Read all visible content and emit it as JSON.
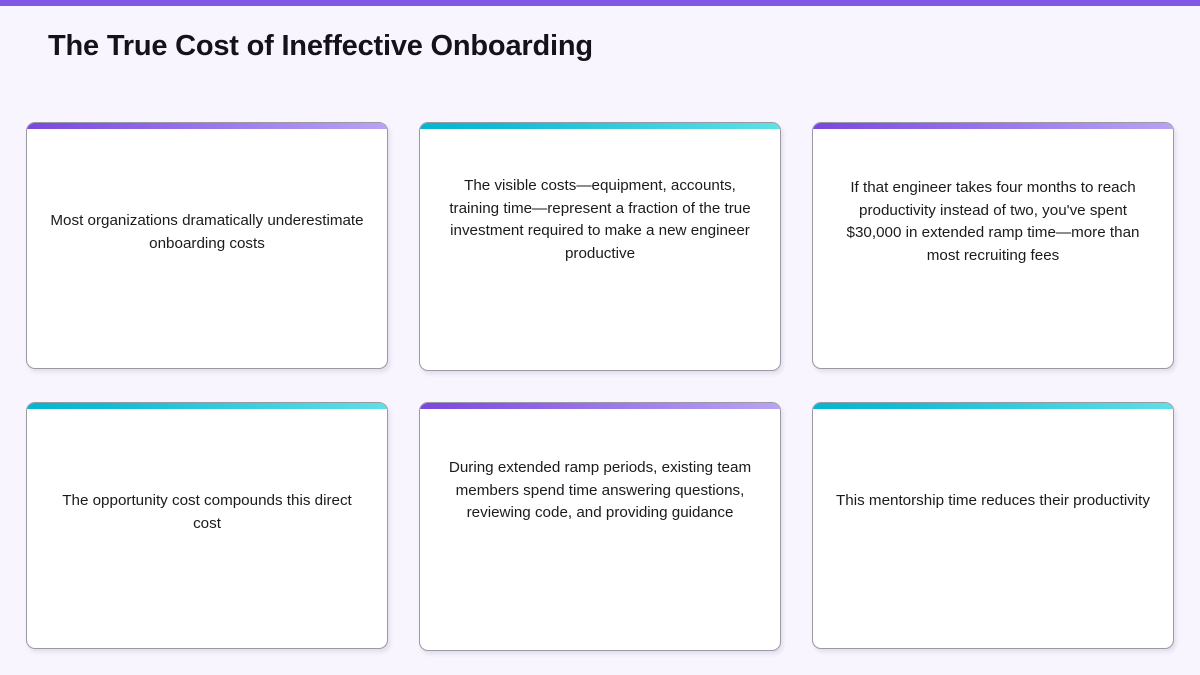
{
  "page": {
    "title": "The True Cost of Ineffective Onboarding",
    "background_color": "#f9f5fe",
    "top_accent_color": "#8257e6"
  },
  "theme": {
    "purple_accent_start": "#7b46dd",
    "purple_accent_end": "#b9a3f4",
    "teal_accent_start": "#05b5cf",
    "teal_accent_end": "#5ee0e6",
    "card_background": "#ffffff",
    "card_border": "#9a9aa2",
    "text_color": "#1b1b1f"
  },
  "cards": [
    {
      "id": "card-1",
      "accent": "purple",
      "text": "Most organizations dramatically underestimate onboarding costs",
      "lines": 2
    },
    {
      "id": "card-2",
      "accent": "teal",
      "text": "The visible costs—equipment, accounts, training time—represent a fraction of the true investment required to make a new engineer productive",
      "lines": 5
    },
    {
      "id": "card-3",
      "accent": "purple",
      "text": "If that engineer takes four months to reach productivity instead of two, you've spent $30,000 in extended ramp time—more than most recruiting fees",
      "lines": 4
    },
    {
      "id": "card-4",
      "accent": "teal",
      "text": "The opportunity cost compounds this direct cost",
      "lines": 2
    },
    {
      "id": "card-5",
      "accent": "purple",
      "text": "During extended ramp periods, existing team members spend time answering questions, reviewing code, and providing guidance",
      "lines": 4
    },
    {
      "id": "card-6",
      "accent": "teal",
      "text": "This mentorship time reduces their productivity",
      "lines": 2
    }
  ]
}
